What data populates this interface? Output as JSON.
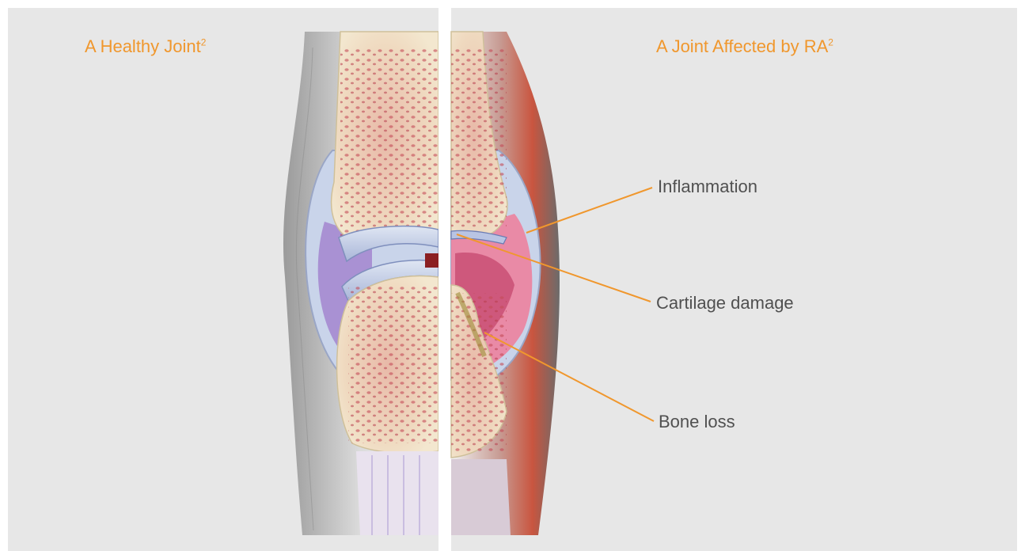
{
  "titles": {
    "healthy": "A Healthy Joint",
    "healthy_sup": "2",
    "ra": "A Joint Affected by RA",
    "ra_sup": "2"
  },
  "callouts": {
    "inflammation": "Inflammation",
    "cartilage_damage": "Cartilage damage",
    "bone_loss": "Bone loss"
  },
  "colors": {
    "accent": "#f0972d",
    "panel_bg": "#e7e7e7",
    "label_text": "#505050"
  }
}
